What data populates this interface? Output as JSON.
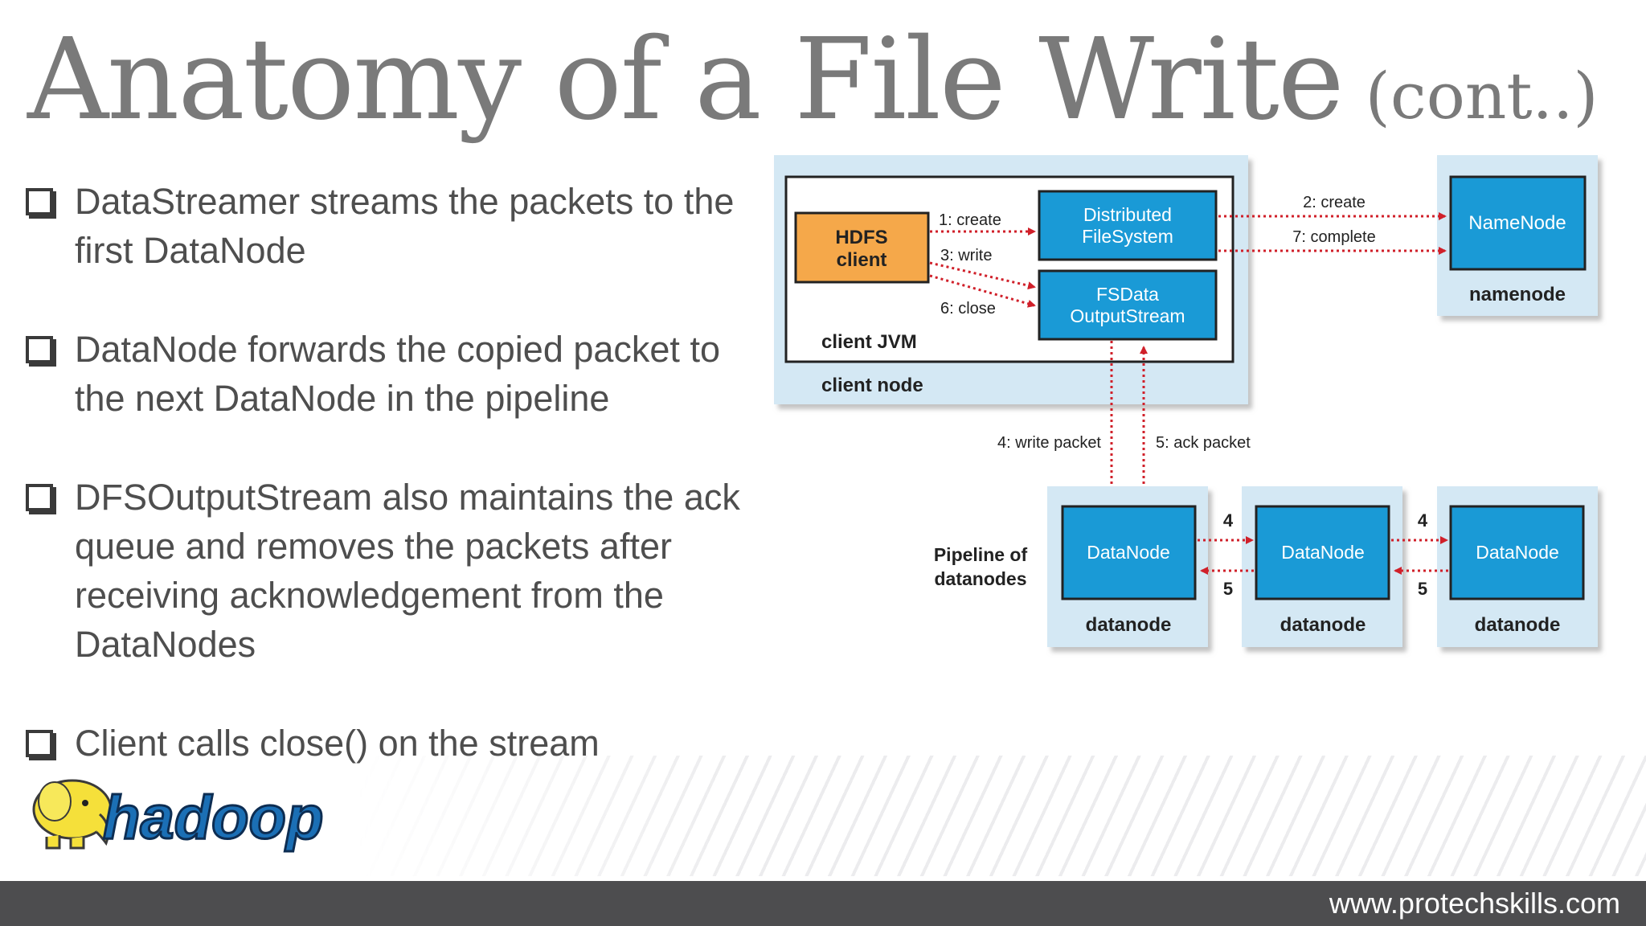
{
  "slide": {
    "title": "Anatomy of a File Write",
    "title_suffix": "(cont..)",
    "bullets": [
      "DataStreamer  streams the packets to the first DataNode",
      "DataNode forwards the copied packet to the next DataNode in the pipeline",
      "DFSOutputStream also maintains the ack queue and removes the packets after receiving acknowledgement from the DataNodes",
      "Client calls close() on the stream"
    ],
    "footer_url": "www.protechskills.com",
    "logo_text": "hadoop"
  },
  "diagram": {
    "hdfs_client": [
      "HDFS",
      "client"
    ],
    "distributed_fs": [
      "Distributed",
      "FileSystem"
    ],
    "fsdata_stream": [
      "FSData",
      "OutputStream"
    ],
    "client_jvm": "client JVM",
    "client_node": "client node",
    "namenode_box": "NameNode",
    "namenode_label": "namenode",
    "step_create": "1: create",
    "step_write": "3: write",
    "step_close": "6: close",
    "step_nn_create": "2: create",
    "step_complete": "7: complete",
    "step_write_packet": "4: write packet",
    "step_ack_packet": "5: ack packet",
    "pipeline_label": [
      "Pipeline of",
      "datanodes"
    ],
    "datanode_box": "DataNode",
    "datanode_label": "datanode",
    "num_4": "4",
    "num_5": "5"
  },
  "colors": {
    "title_gray": "#7a7a7a",
    "text_gray": "#4e4e4e",
    "box_blue": "#1a9ad6",
    "panel_blue": "#d4e8f4",
    "client_orange": "#f5a84a",
    "arrow_red": "#d0202a",
    "footer_bg": "#4d4d4f"
  }
}
